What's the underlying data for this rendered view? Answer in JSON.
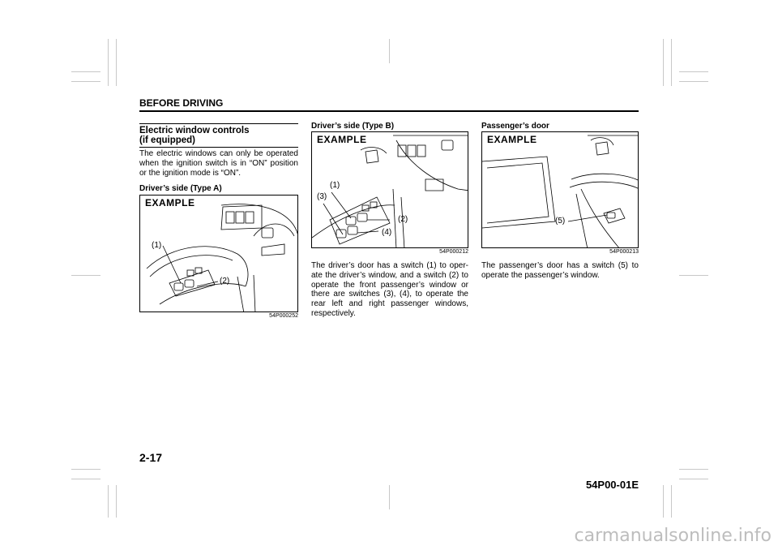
{
  "header": {
    "title": "BEFORE DRIVING"
  },
  "section": {
    "title_line1": "Electric window controls",
    "title_line2": "(if equipped)",
    "intro": "The electric windows can only be operated when the ignition switch is in “ON” position or the ignition mode is “ON”."
  },
  "figures": {
    "type_a": {
      "heading": "Driver’s side (Type A)",
      "label": "EXAMPLE",
      "callouts": [
        "(1)",
        "(2)"
      ],
      "code": "54P000252"
    },
    "type_b": {
      "heading": "Driver’s side (Type B)",
      "label": "EXAMPLE",
      "callouts": [
        "(1)",
        "(3)",
        "(2)",
        "(4)"
      ],
      "code": "54P000212",
      "text": "The driver’s door has a switch (1) to oper-ate the driver’s window, and a switch (2) to operate the front passenger’s window or there are switches (3), (4), to operate the rear left and right passenger windows, respectively."
    },
    "passenger": {
      "heading": "Passenger’s door",
      "label": "EXAMPLE",
      "callouts": [
        "(5)"
      ],
      "code": "54P000213",
      "text": "The passenger’s door has a switch (5) to operate the passenger’s window."
    }
  },
  "footer": {
    "page_number": "2-17",
    "doc_code": "54P00-01E",
    "watermark": "carmanualsonline.info"
  }
}
